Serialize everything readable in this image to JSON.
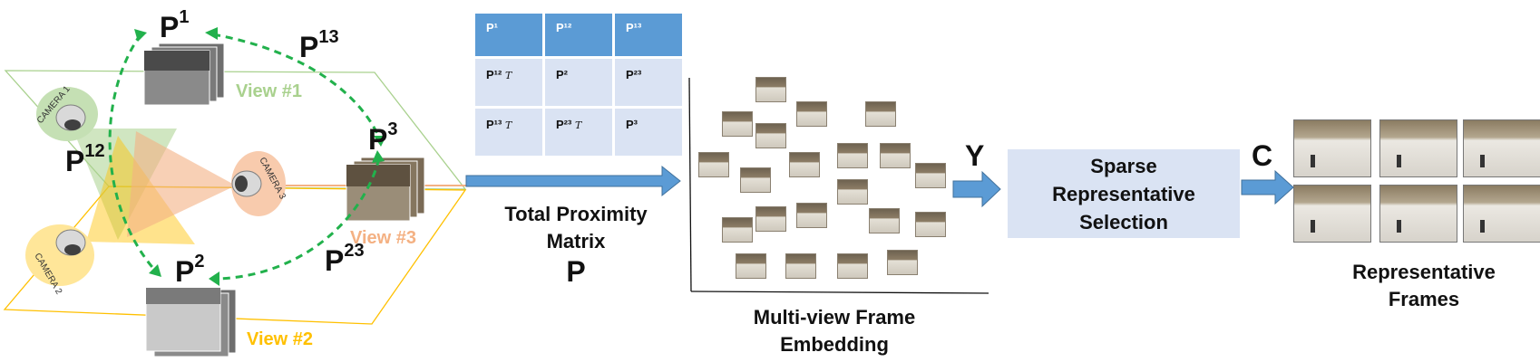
{
  "diagram": {
    "views": [
      {
        "label": "View #1",
        "color": "#a9d18e"
      },
      {
        "label": "View #2",
        "color": "#ffc000"
      },
      {
        "label": "View #3",
        "color": "#f4b183"
      }
    ],
    "cameras": [
      {
        "label": "CAMERA 1",
        "glow": "#a9d18e"
      },
      {
        "label": "CAMERA 2",
        "glow": "#ffd966"
      },
      {
        "label": "CAMERA 3",
        "glow": "#f4b183"
      }
    ],
    "p_labels": {
      "p1": {
        "base": "P",
        "sup": "1"
      },
      "p2": {
        "base": "P",
        "sup": "2"
      },
      "p3": {
        "base": "P",
        "sup": "3"
      },
      "p12": {
        "base": "P",
        "sup": "12"
      },
      "p13": {
        "base": "P",
        "sup": "13"
      },
      "p23": {
        "base": "P",
        "sup": "23"
      }
    },
    "matrix": {
      "row1": [
        "P¹",
        "P¹²",
        "P¹³"
      ],
      "row2": [
        {
          "text": "P¹²",
          "t": "T"
        },
        {
          "text": "P²"
        },
        {
          "text": "P²³"
        }
      ],
      "row3": [
        {
          "text": "P¹³",
          "t": "T"
        },
        {
          "text": "P²³",
          "t": "T"
        },
        {
          "text": "P³"
        }
      ]
    },
    "total_proximity": {
      "line1": "Total Proximity",
      "line2": "Matrix",
      "symbol": "P"
    },
    "embedding_caption": {
      "line1": "Multi-view Frame",
      "line2": "Embedding"
    },
    "y_label": "Y",
    "sparse_box": {
      "line1": "Sparse",
      "line2": "Representative",
      "line3": "Selection"
    },
    "c_label": "C",
    "output_caption": {
      "line1": "Representative",
      "line2": "Frames"
    },
    "colors": {
      "arrow": "#5b9bd5",
      "dashed": "#22b14c",
      "matrix_header": "#5b9bd5",
      "matrix_body": "#dae3f3"
    }
  }
}
